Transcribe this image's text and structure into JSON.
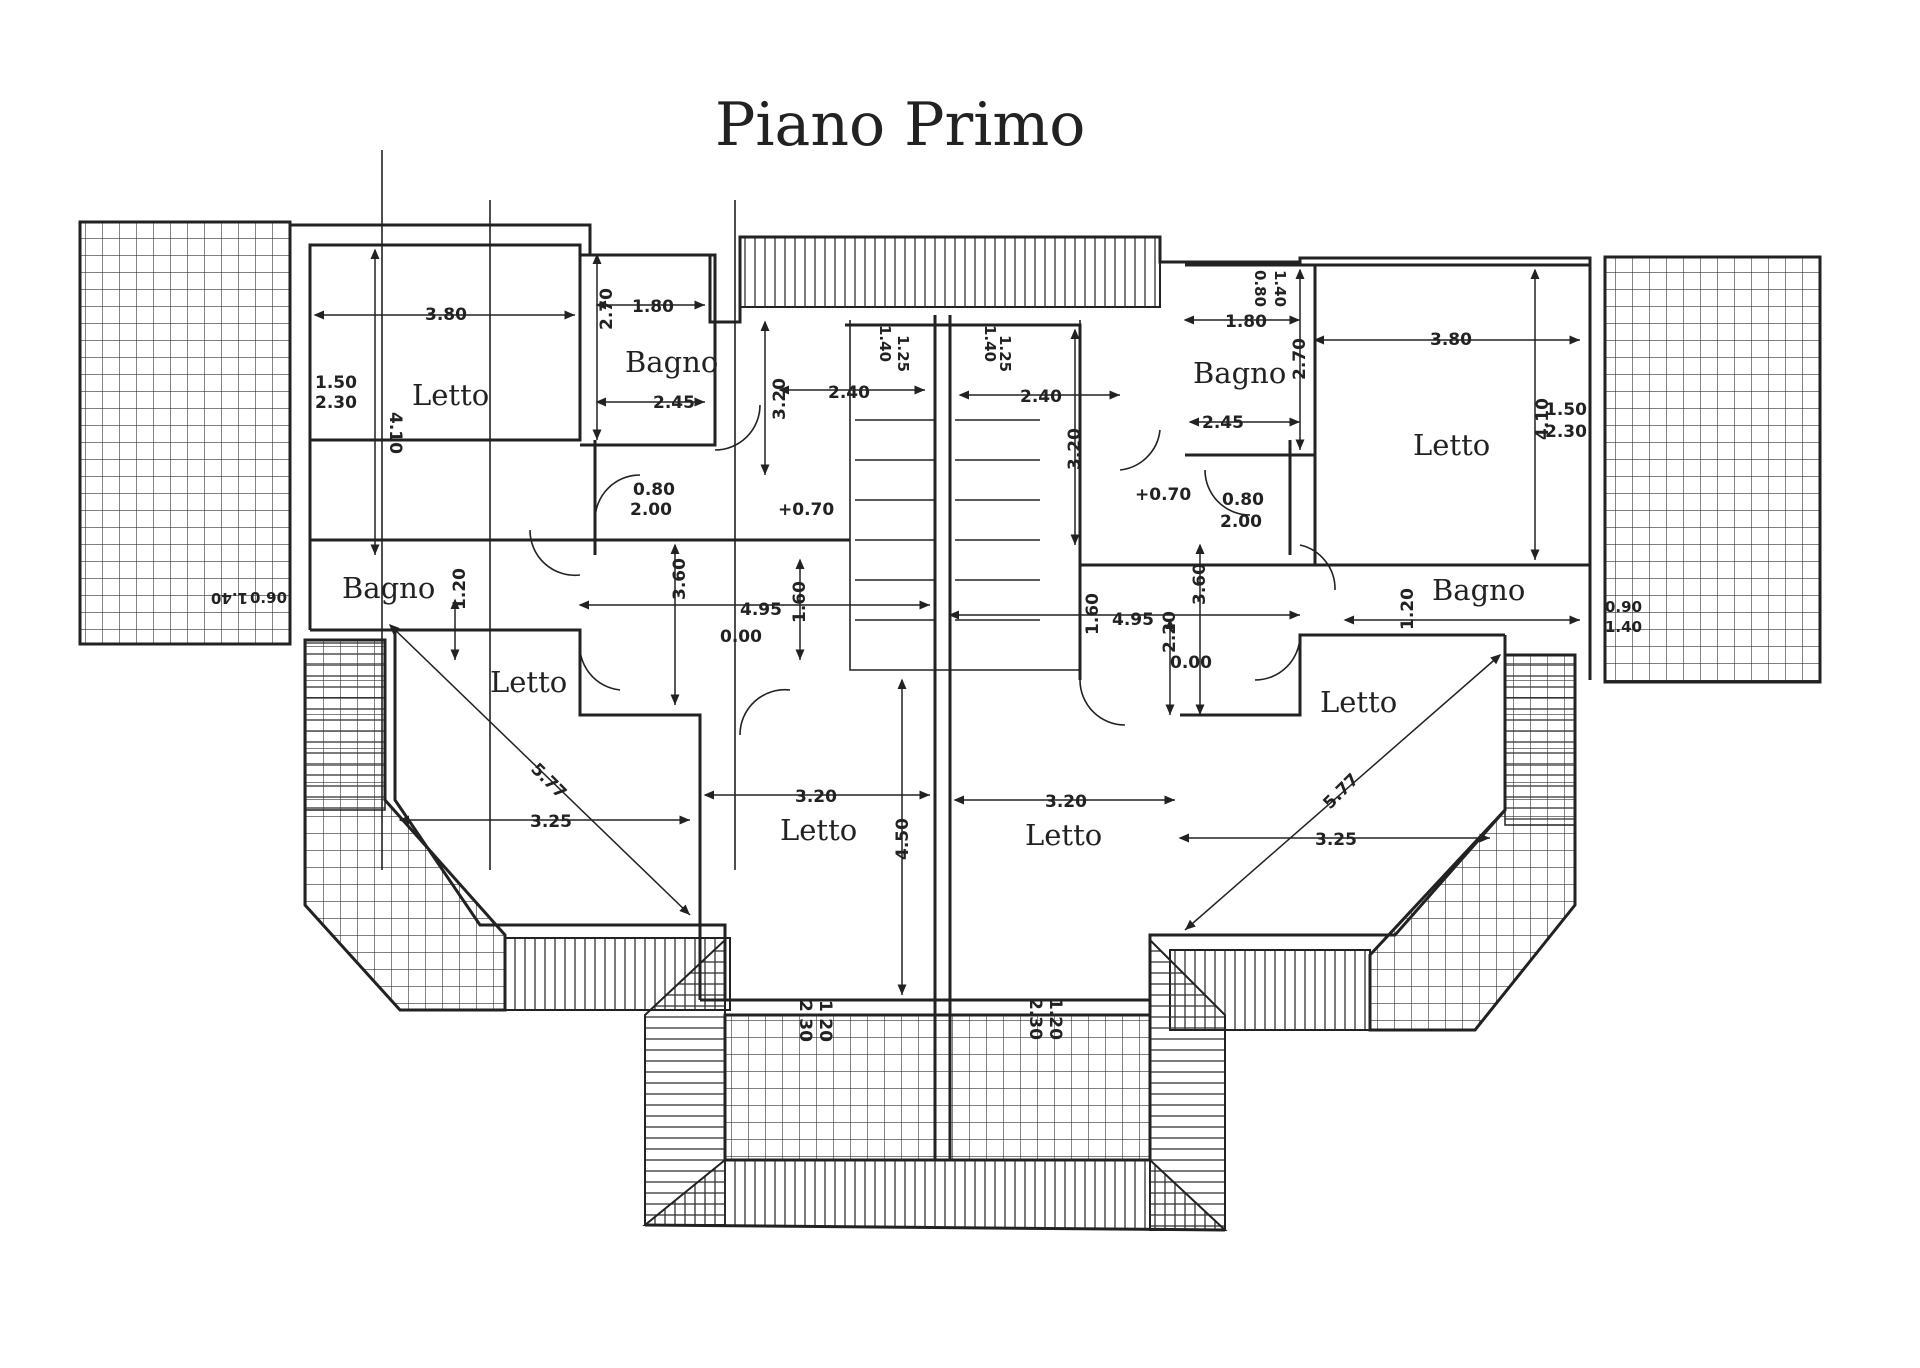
{
  "title": "Piano Primo",
  "rooms": {
    "letto_nw": "Letto",
    "letto_ne": "Letto",
    "bagno_nw": "Bagno",
    "bagno_ne": "Bagno",
    "bagno_w": "Bagno",
    "bagno_e": "Bagno",
    "letto_w": "Letto",
    "letto_e": "Letto",
    "letto_sc_left": "Letto",
    "letto_sc_right": "Letto"
  },
  "dims": {
    "d380_l": "3.80",
    "d410_l": "4.10",
    "d150_l": "1.50",
    "d230_l": "2.30",
    "d180_l": "1.80",
    "d270_l": "2.70",
    "d245_l": "2.45",
    "d240_l": "2.40",
    "d320_l": "3.20",
    "d080_l": "0.80",
    "d200_l": "2.00",
    "d070_l": "+0.70",
    "d120_l": "1.20",
    "d495_l": "4.95",
    "d360_l": "3.60",
    "d160_l": "1.60",
    "d000_l": "0.00",
    "d577_l": "5.77",
    "d325_l": "3.25",
    "d320b_l": "3.20",
    "d450": "4.50",
    "d120b_l": "1.20",
    "d230b_l": "2.30",
    "d140_l": "1.40",
    "d125_l": "1.25",
    "d140w": "1.40",
    "d090w": "0.90",
    "d380_r": "3.80",
    "d410_r": "4.10",
    "d150_r": "1.50",
    "d230_r": "2.30",
    "d180_r": "1.80",
    "d270_r": "2.70",
    "d245_r": "2.45",
    "d240_r": "2.40",
    "d320_r": "3.20",
    "d080_r": "0.80",
    "d200_r": "2.00",
    "d070_r": "+0.70",
    "d120_r": "1.20",
    "d495_r": "4.95",
    "d360_r": "3.60",
    "d160_r": "1.60",
    "d000_r": "0.00",
    "d577_r": "5.77",
    "d325_r": "3.25",
    "d320b_r": "3.20",
    "d120b_r": "1.20",
    "d230b_r": "2.30",
    "d140_r": "1.40",
    "d125_r": "1.25",
    "d220_r": "2.20",
    "d090e": "0.90",
    "d140e": "1.40"
  }
}
